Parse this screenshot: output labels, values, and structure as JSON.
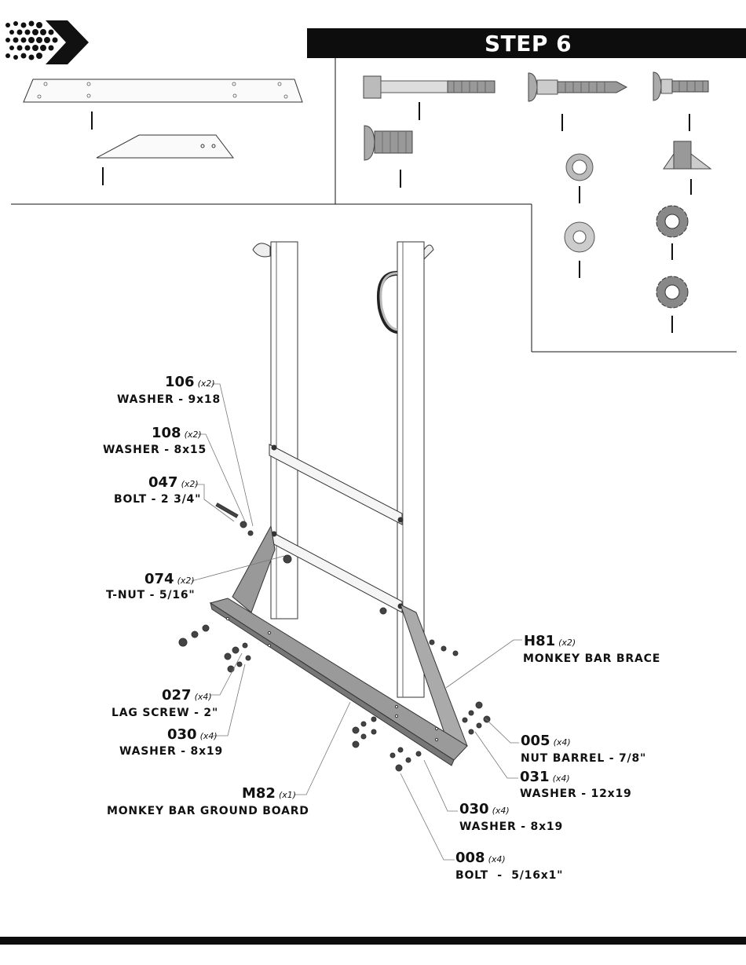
{
  "header": {
    "step_title": "STEP 6"
  },
  "logo": {
    "icon": "chevron-dots-logo"
  },
  "parts_panels": {
    "wood_parts": [
      "monkey-bar-ground-board-part",
      "monkey-bar-brace-part"
    ],
    "hardware_parts": [
      "bolt-part",
      "lag-screw-part",
      "bolt-short-part",
      "nut-barrel-part",
      "washer-12x19-part",
      "t-nut-part",
      "washer-8x19-part",
      "washer-9x18-part",
      "washer-8x15-part"
    ]
  },
  "callouts": {
    "c106": {
      "code": "106",
      "qty": "(x2)",
      "desc": "WASHER - 9x18"
    },
    "c108": {
      "code": "108",
      "qty": "(x2)",
      "desc": "WASHER - 8x15"
    },
    "c047": {
      "code": "047",
      "qty": "(x2)",
      "desc": "BOLT - 2 3/4\""
    },
    "c074": {
      "code": "074",
      "qty": "(x2)",
      "desc": "T-NUT - 5/16\""
    },
    "c027": {
      "code": "027",
      "qty": "(x4)",
      "desc": "LAG SCREW - 2\""
    },
    "c030a": {
      "code": "030",
      "qty": "(x4)",
      "desc": "WASHER - 8x19"
    },
    "cM82": {
      "code": "M82",
      "qty": "(x1)",
      "desc": "MONKEY BAR GROUND BOARD"
    },
    "cH81": {
      "code": "H81",
      "qty": "(x2)",
      "desc": "MONKEY BAR BRACE"
    },
    "c005": {
      "code": "005",
      "qty": "(x4)",
      "desc": "NUT BARREL - 7/8\""
    },
    "c031": {
      "code": "031",
      "qty": "(x4)",
      "desc": "WASHER - 12x19"
    },
    "c030b": {
      "code": "030",
      "qty": "(x4)",
      "desc": "WASHER - 8x19"
    },
    "c008": {
      "code": "008",
      "qty": "(x4)",
      "desc": "BOLT  -  5/16x1\""
    }
  }
}
